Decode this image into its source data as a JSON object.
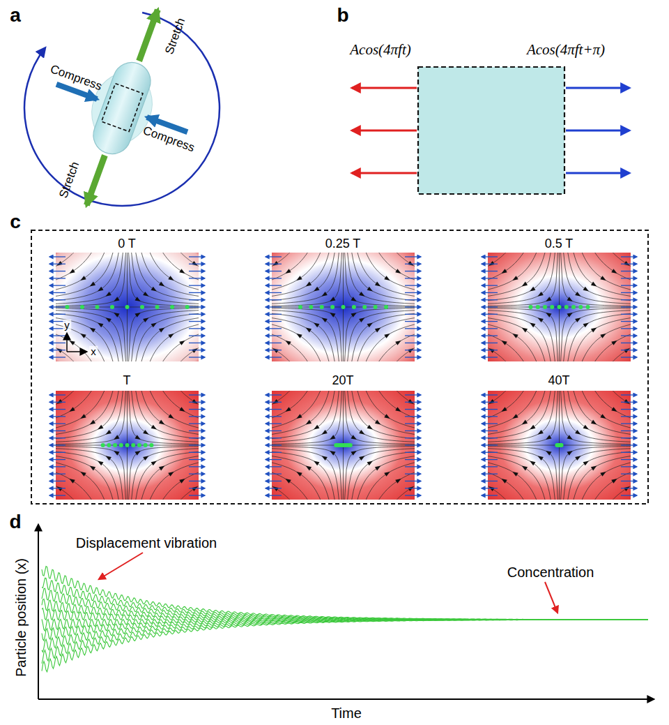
{
  "diagram": {
    "labels": [
      "a",
      "b",
      "c",
      "d",
      "Stretch",
      "Stretch",
      "Compress",
      "Compress",
      "Acos(4πft)",
      "Acos(4πft+π)",
      "0 T",
      "0.25 T",
      "0.5 T",
      "T",
      "20T",
      "40T",
      "y",
      "x",
      "Particle position (x)",
      "Time",
      "Displacement vibration",
      "Concentration"
    ]
  }
}
